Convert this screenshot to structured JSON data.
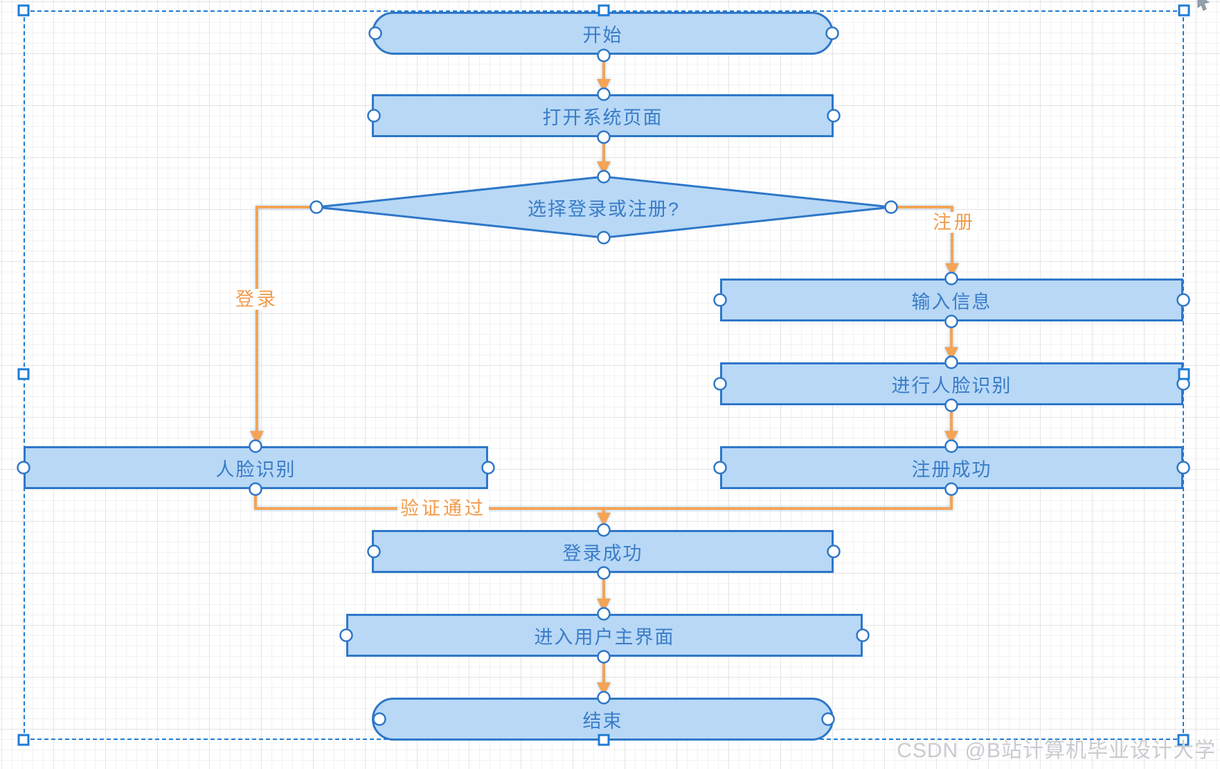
{
  "canvas": {
    "watermark_text": "CSDN @B站计算机毕业设计大学"
  },
  "nodes": {
    "start": {
      "label": "开始",
      "type": "terminator"
    },
    "open_system_page": {
      "label": "打开系统页面",
      "type": "process"
    },
    "choose_login_or_register": {
      "label": "选择登录或注册?",
      "type": "decision"
    },
    "input_info": {
      "label": "输入信息",
      "type": "process"
    },
    "perform_face_recognition": {
      "label": "进行人脸识别",
      "type": "process"
    },
    "register_success": {
      "label": "注册成功",
      "type": "process"
    },
    "face_recognition": {
      "label": "人脸识别",
      "type": "process"
    },
    "login_success": {
      "label": "登录成功",
      "type": "process"
    },
    "enter_user_main_ui": {
      "label": "进入用户主界面",
      "type": "process"
    },
    "end": {
      "label": "结束",
      "type": "terminator"
    }
  },
  "edge_labels": {
    "login": "登录",
    "register": "注册",
    "verification_passed": "验证通过"
  },
  "colors": {
    "node_fill": "#b8d8f6",
    "node_border": "#2e77c8",
    "node_text": "#3a7cc7",
    "edge": "#f5a355",
    "edge_label_text": "#f29b4d",
    "selection": "#1e7bd6"
  }
}
